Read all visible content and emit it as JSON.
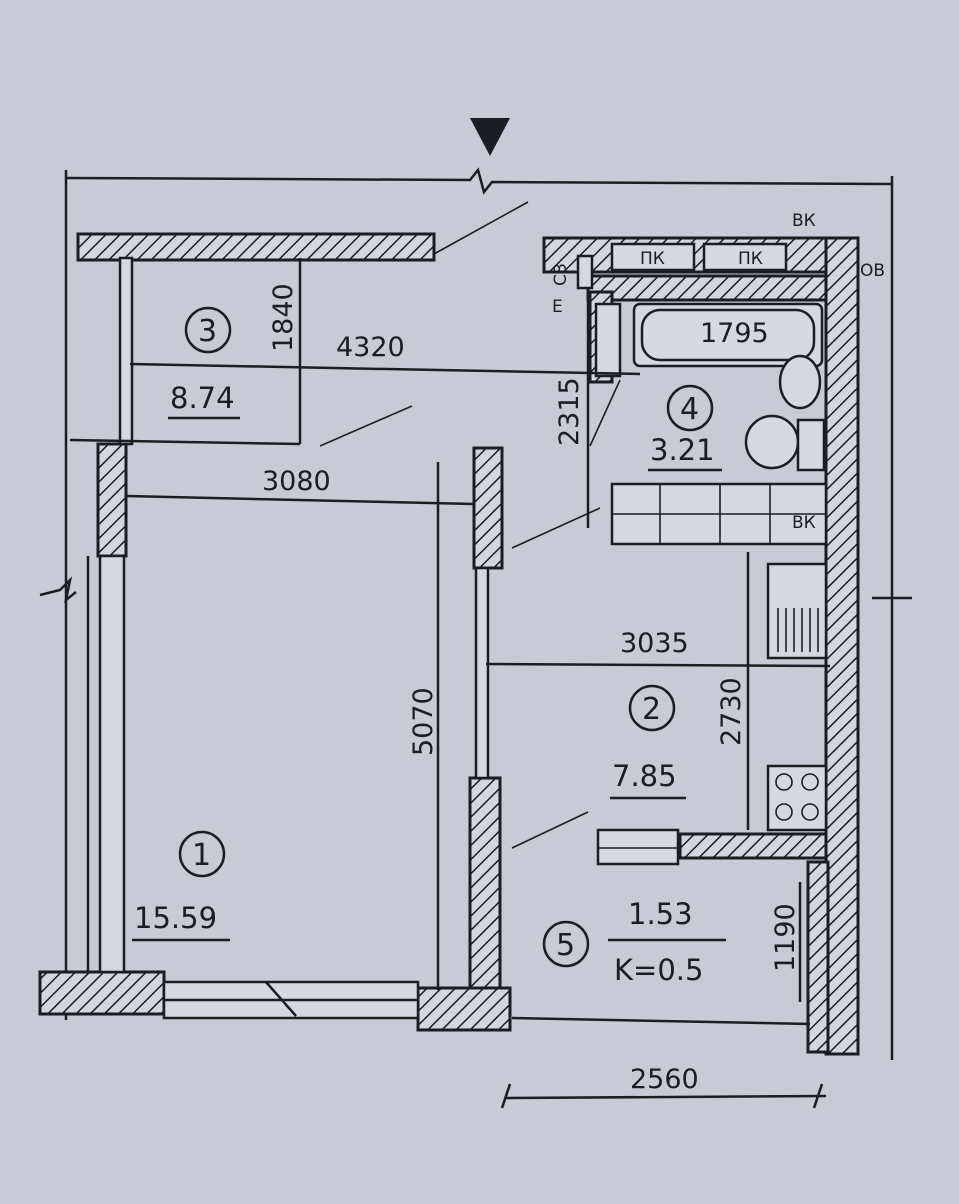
{
  "rooms": [
    {
      "number": "1",
      "area": "15.59"
    },
    {
      "number": "2",
      "area": "7.85"
    },
    {
      "number": "3",
      "area": "8.74"
    },
    {
      "number": "4",
      "area": "3.21"
    },
    {
      "number": "5",
      "area": "1.53",
      "coefficient": "K=0.5"
    }
  ],
  "dimensions": {
    "hall_width": "4320",
    "hall_depth": "1840",
    "room1_width": "3080",
    "room1_depth": "5070",
    "kitchen_width": "3035",
    "kitchen_depth": "2730",
    "bath_depth": "2315",
    "bathtub_length": "1795",
    "balcony_depth": "1190",
    "balcony_width": "2560"
  },
  "labels": {
    "vent_shaft": "ВК",
    "duct_pk_1": "ПК",
    "duct_pk_2": "ПК",
    "duct_ov": "ОВ",
    "duct_ss": "СЗ",
    "duct_e": "Е",
    "duct_vk_small": "ВК"
  }
}
